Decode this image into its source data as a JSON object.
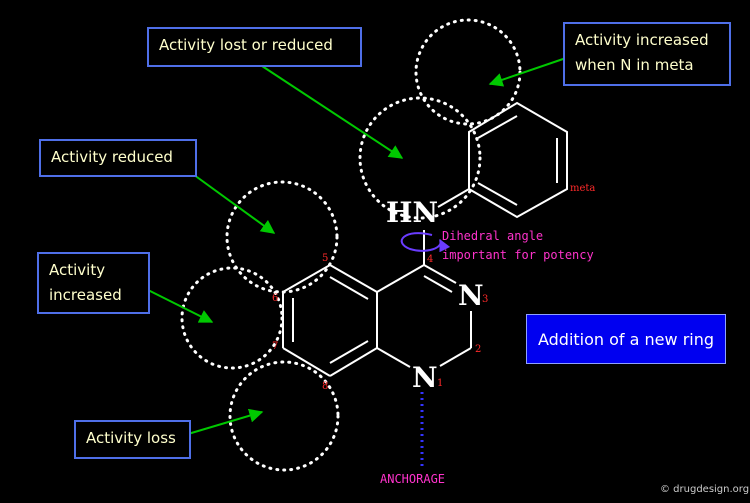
{
  "callouts": {
    "activity_lost_or_reduced": "Activity lost or reduced",
    "activity_increased_meta_line1": "Activity increased",
    "activity_increased_meta_line2": "when N in meta",
    "activity_reduced": "Activity reduced",
    "activity_increased_line1": "Activity",
    "activity_increased_line2": "increased",
    "activity_loss": "Activity loss",
    "addition_new_ring": "Addition of a new ring"
  },
  "molecule": {
    "hn": "HN",
    "n3": "N",
    "n1": "N",
    "meta": "meta",
    "positions": {
      "p1": "1",
      "p2": "2",
      "p3": "3",
      "p4": "4",
      "p5": "5",
      "p6": "6",
      "p7": "7",
      "p8": "8"
    }
  },
  "annotations": {
    "dihedral_line1": "Dihedral angle",
    "dihedral_line2": "important for potency",
    "anchorage": "ANCHORAGE"
  },
  "credit": "© drugdesign.org",
  "colors": {
    "arrow": "#00c800",
    "callout_border": "#4f6fe8",
    "callout_text": "#ffffcc",
    "numbers": "#ff2a2a",
    "annotation": "#ff33cc",
    "dotted_line": "#3333ff"
  }
}
